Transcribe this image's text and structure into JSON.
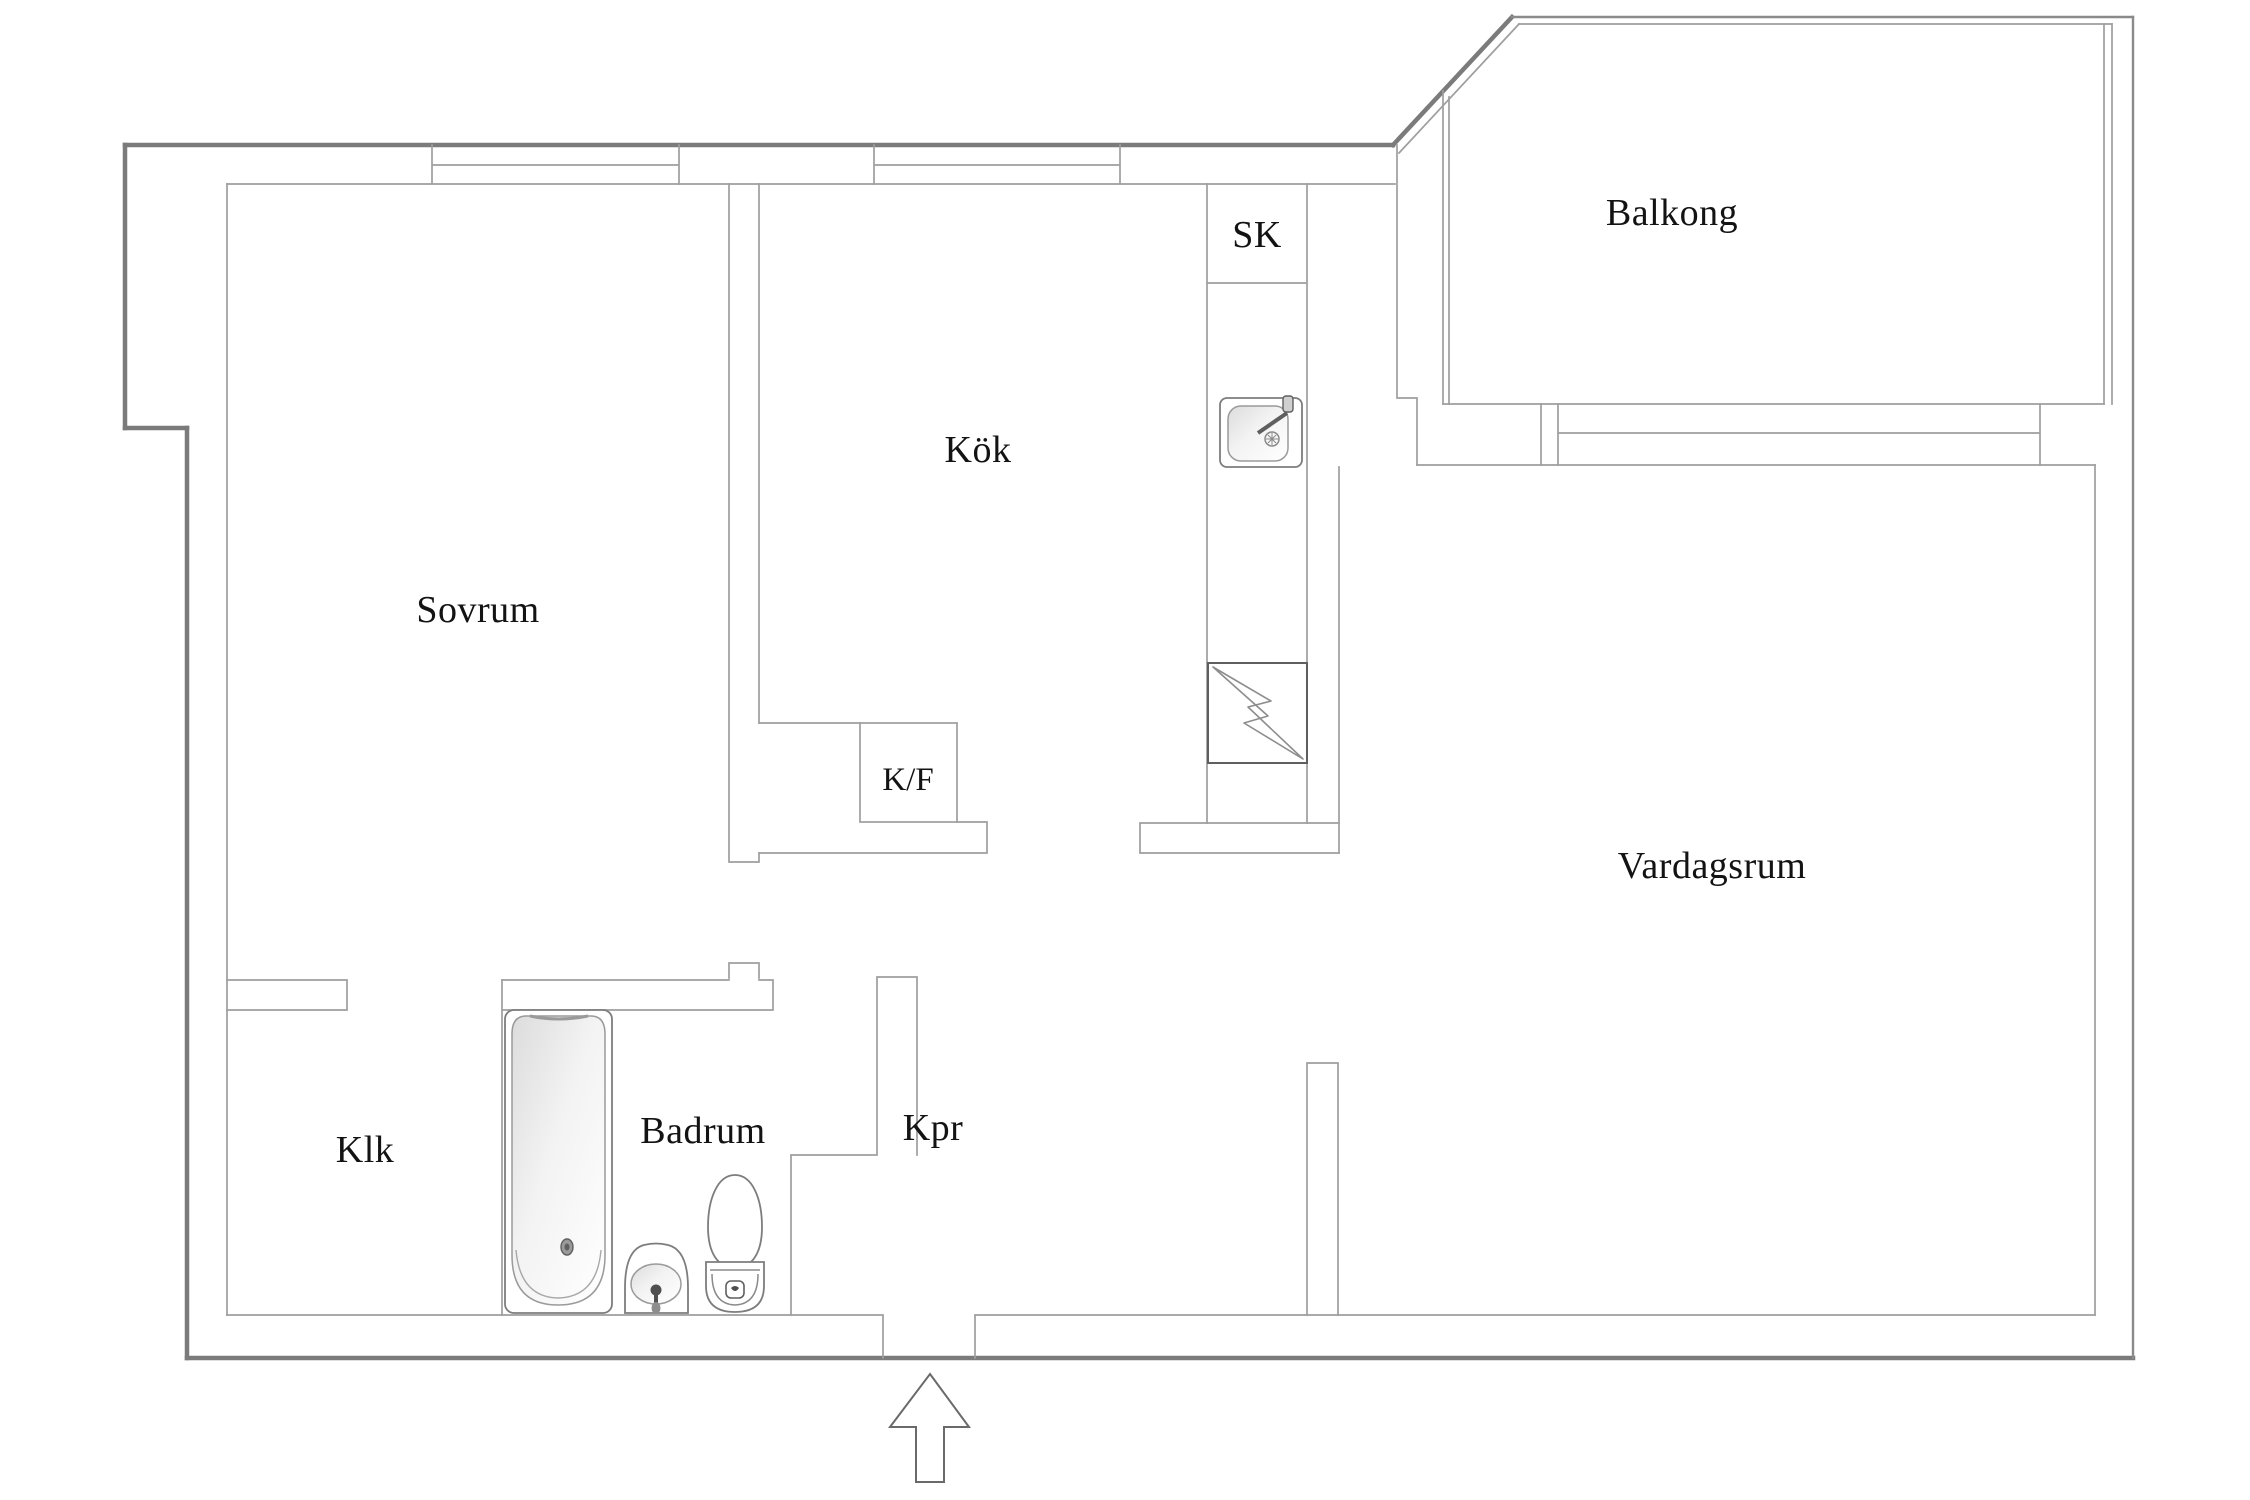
{
  "document": {
    "kind": "apartment floor plan",
    "language": "Swedish"
  },
  "colors": {
    "background": "#ffffff",
    "outer_wall": "#7b7b7b",
    "inner_wall": "#9e9e9e",
    "appliance_box": "#5f5f5f",
    "label_text": "#131313",
    "fixture_shading": "#e0e0e0"
  },
  "rooms": {
    "sovrum": {
      "label": "Sovrum"
    },
    "kok": {
      "label": "Kök"
    },
    "sk": {
      "label": "SK"
    },
    "balkong": {
      "label": "Balkong"
    },
    "vardagsrum": {
      "label": "Vardagsrum"
    },
    "kf": {
      "label": "K/F"
    },
    "klk": {
      "label": "Klk"
    },
    "badrum": {
      "label": "Badrum"
    },
    "kpr": {
      "label": "Kpr"
    }
  },
  "fixtures": {
    "bathtub": "bathtub",
    "washbasin": "washbasin with faucet",
    "toilet": "toilet",
    "kitchen_sink": "kitchen sink with faucet",
    "stove": "stove marked with lightning bolt",
    "entrance_arrow": "entrance arrow pointing up into apartment"
  },
  "windows": {
    "bedroom_window": "double-line window on top wall",
    "kitchen_window": "double-line window on top wall",
    "balcony_window": "window band between living room and balcony"
  }
}
